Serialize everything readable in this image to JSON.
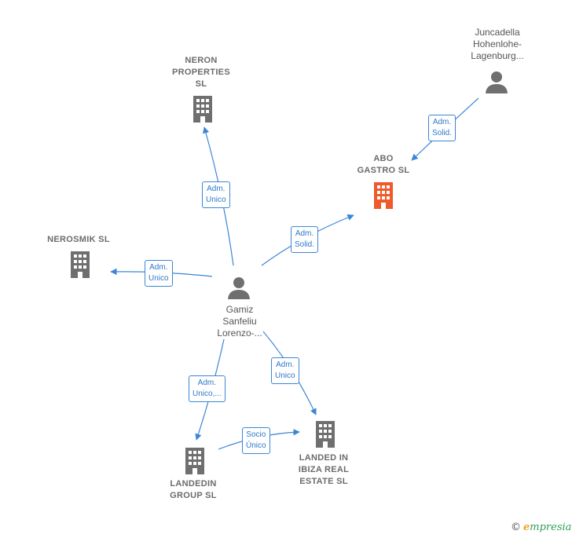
{
  "nodes": {
    "neron": {
      "label": "NERON\nPROPERTIES\nSL",
      "icon": "building-icon",
      "color": "#6f6f6f"
    },
    "abo": {
      "label": "ABO\nGASTRO SL",
      "icon": "building-icon",
      "color": "#f0592a"
    },
    "nerosmik": {
      "label": "NEROSMIK  SL",
      "icon": "building-icon",
      "color": "#6f6f6f"
    },
    "landedin": {
      "label": "LANDEDIN\nGROUP  SL",
      "icon": "building-icon",
      "color": "#6f6f6f"
    },
    "landed_ibiza": {
      "label": "LANDED IN\nIBIZA REAL\nESTATE  SL",
      "icon": "building-icon",
      "color": "#6f6f6f"
    },
    "juncadella": {
      "label": "Juncadella\nHohenlohe-\nLagenburg...",
      "icon": "person-icon",
      "color": "#6f6f6f"
    },
    "gamiz": {
      "label": "Gamiz\nSanfeliu\nLorenzo-...",
      "icon": "person-icon",
      "color": "#6f6f6f"
    }
  },
  "edges": [
    {
      "id": "gamiz-neron",
      "label": "Adm.\nUnico"
    },
    {
      "id": "gamiz-abo",
      "label": "Adm.\nSolid."
    },
    {
      "id": "gamiz-nerosmik",
      "label": "Adm.\nUnico"
    },
    {
      "id": "gamiz-landed",
      "label": "Adm.\nUnico"
    },
    {
      "id": "gamiz-landedin",
      "label": "Adm.\nUnico,..."
    },
    {
      "id": "landedin-landed",
      "label": "Socio\nÚnico"
    },
    {
      "id": "juncadella-abo",
      "label": "Adm.\nSolid."
    }
  ],
  "edge_color": "#3b86d6",
  "brand": {
    "copyright": "©",
    "name": "mpresia",
    "initial": "e"
  }
}
